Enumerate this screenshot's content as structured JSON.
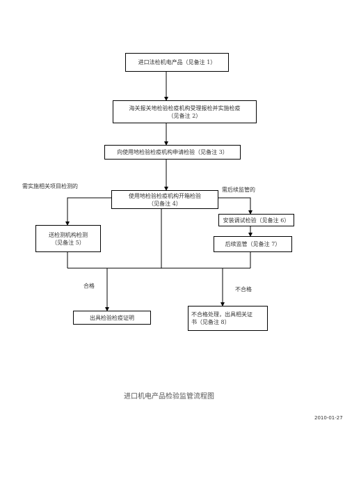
{
  "nodes": {
    "import_products": {
      "text": "进口法检机电产品（见备注 1）"
    },
    "customs_inspection": {
      "line1": "海关报关地检验检疫机构受理报检并实施检疫",
      "line2": "（见备注 2）"
    },
    "apply_inspection": {
      "text": "向使用地检验检疫机构申请检验（见备注 3）"
    },
    "open_box": {
      "line1": "使用地检验检疫机构开箱检验",
      "line2": "（见备注 4）"
    },
    "send_testing": {
      "line1": "送检测机构检测",
      "line2": "（见备注 5）"
    },
    "install_debug": {
      "text": "安装调试检验（见备注 6）"
    },
    "follow_supervision": {
      "text": "后续监管（见备注 7）"
    },
    "issue_certificate": {
      "text": "出具检验检疫证明"
    },
    "nonconforming": {
      "line1": "不合格处理，出具相关证",
      "line2": "书（见备注 8）"
    }
  },
  "edge_labels": {
    "need_testing": "需实施相关项目检测的",
    "need_supervision": "需后续监管的",
    "pass": "合格",
    "fail": "不合格"
  },
  "caption": "进口机电产品检验监管流程图",
  "date": "2010-01-27"
}
